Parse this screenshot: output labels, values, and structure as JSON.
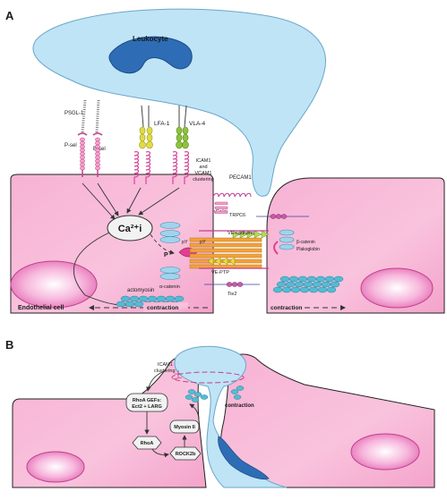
{
  "panels": {
    "a": {
      "letter": "A"
    },
    "b": {
      "letter": "B"
    }
  },
  "panel_a": {
    "leukocyte": "Leukocyte",
    "psgl1": "PSGL-1",
    "lfa1": "LFA-1",
    "vla4": "VLA-4",
    "psel": "P-sel",
    "esel": "E-sel",
    "icam_line1": "ICAM1",
    "icam_line2": "and",
    "icam_line3": "VCAM1",
    "icam_line4": "clustering",
    "pecam1": "PECAM1",
    "ca_small": "↑Ca²⁺i",
    "trpc6": "TRPC6",
    "ca_main": "Ca²⁺i",
    "ve_cadherin": "VE-cadherin",
    "py1": "pY",
    "py2": "pY",
    "p_label": "P",
    "alpha_catenin": "α-catenin",
    "ve_ptp": "VE-PTP",
    "beta_catenin": "β-catenin",
    "plakoglobin": "Plakoglobin",
    "tie2": "Tie2",
    "actomyosin": "actomyosin",
    "contraction_left": "contraction",
    "contraction_right": "contraction",
    "endothelial_cell": "Endothelial cell"
  },
  "panel_b": {
    "icam_line1": "ICAM1",
    "icam_line2": "clustering",
    "rhoa_gefs_line1": "RhoA GEFs:",
    "rhoa_gefs_line2": "Ect2 + LARG",
    "myosin": "Myosin II",
    "rhoa": "RhoA",
    "rock": "ROCK2b",
    "contraction": "contraction"
  },
  "colors": {
    "endothelial_pink": "#f6a9cf",
    "leukocyte_blue": "#bfe4f6",
    "nucleus_blue": "#2e6db5",
    "lfa1_yellow": "#d6d338",
    "vla4_green": "#8fc23e",
    "actomyosin_teal": "#53bcd5",
    "orange": "#f2a23a",
    "magenta": "#e0408f"
  }
}
